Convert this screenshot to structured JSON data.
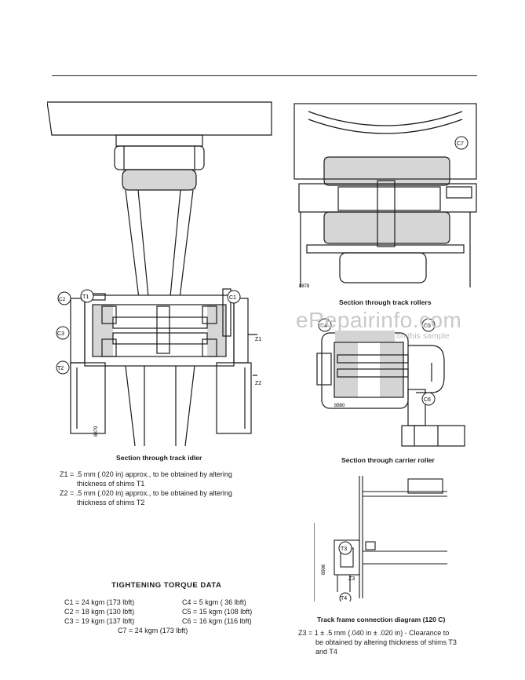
{
  "captions": {
    "track_rollers": "Section through track rollers",
    "track_idler": "Section through track idler",
    "carrier_roller": "Section through carrier roller",
    "track_frame": "Track frame connection diagram (120 C)"
  },
  "figure_numbers": {
    "rollers": "8878",
    "idler": "8879",
    "carrier": "8880",
    "frame": "8906"
  },
  "callouts": {
    "idler": [
      "C2",
      "T1",
      "C1",
      "C3",
      "T2",
      "Z1",
      "Z2"
    ],
    "rollers": [
      "C7"
    ],
    "carrier": [
      "C4",
      "C5",
      "C6"
    ],
    "frame": [
      "T3",
      "Z3",
      "T4"
    ]
  },
  "notes": {
    "z1_symbol": "Z1 = .5 mm",
    "z1_text": "(.020 in) approx., to be obtained by altering",
    "z1_cont": "thickness of shims T1",
    "z2_symbol": "Z2 = .5 mm",
    "z2_text": "(.020 in) approx., to be obtained by altering",
    "z2_cont": "thickness of shims T2",
    "z3_text": "Z3 = 1 ± .5 mm (.040 in ± .020 in) - Clearance to",
    "z3_cont1": "be obtained by altering thickness of shims T3",
    "z3_cont2": "and T4"
  },
  "torque": {
    "title": "TIGHTENING TORQUE DATA",
    "items": [
      {
        "label": "C1 = 24 kgm (173 lbft)"
      },
      {
        "label": "C2 = 18 kgm (130 lbft)"
      },
      {
        "label": "C3 = 19 kgm (137 lbft)"
      },
      {
        "label": "C4 = 5 kgm ( 36 lbft)"
      },
      {
        "label": "C5 = 15 kgm (108 lbft)"
      },
      {
        "label": "C6 = 16 kgm (116 lbft)"
      },
      {
        "label": "C7 = 24 kgm (173 lbft)"
      }
    ]
  },
  "watermark": {
    "site": "eRepairinfo.com",
    "sub": "on this sample"
  }
}
